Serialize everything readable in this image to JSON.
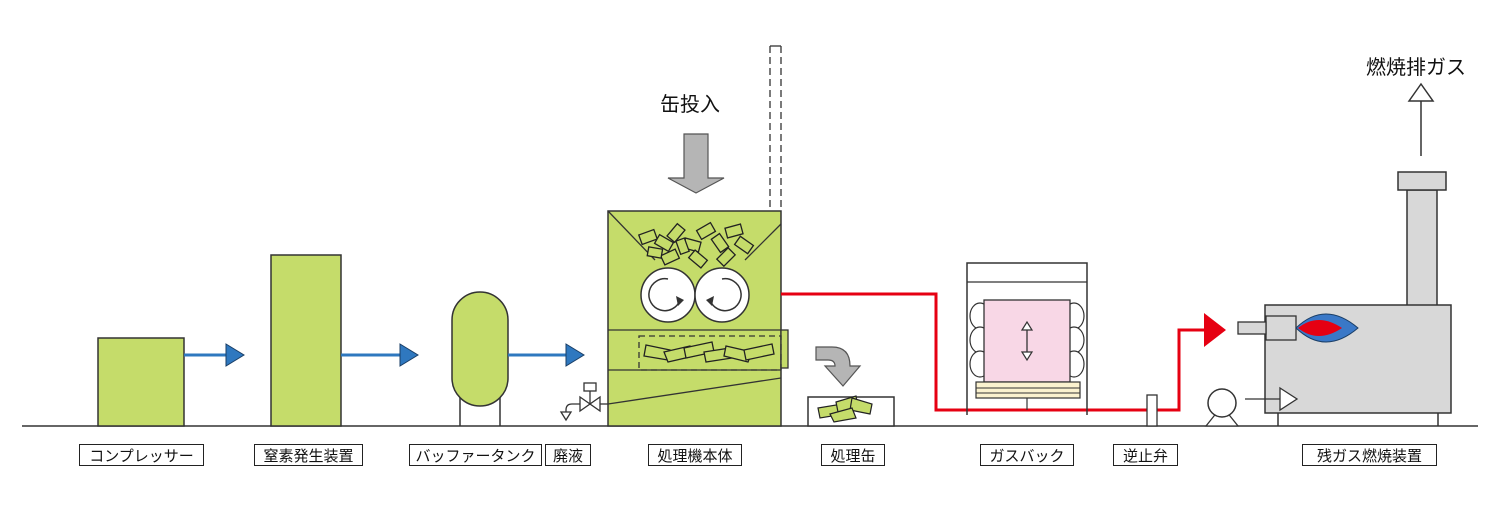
{
  "labels": {
    "compressor": "コンプレッサー",
    "nitrogen_generator": "窒素発生装置",
    "buffer_tank": "バッファータンク",
    "waste_liquid": "廃液",
    "processor_body": "処理機本体",
    "processed_cans": "処理缶",
    "gas_bag": "ガスバック",
    "check_valve": "逆止弁",
    "residual_gas_combustor": "残ガス燃焼装置"
  },
  "captions": {
    "can_input": "缶投入",
    "combustion_exhaust": "燃焼排ガス"
  },
  "colors": {
    "equipment_green": "#c5dc6a",
    "nitrogen_flow": "#2f78bf",
    "gas_flow": "#e60012",
    "combustor_body": "#d8d8d8",
    "gas_bag_fill": "#f8d7e6",
    "bellows_fill": "#fbf2cf"
  }
}
